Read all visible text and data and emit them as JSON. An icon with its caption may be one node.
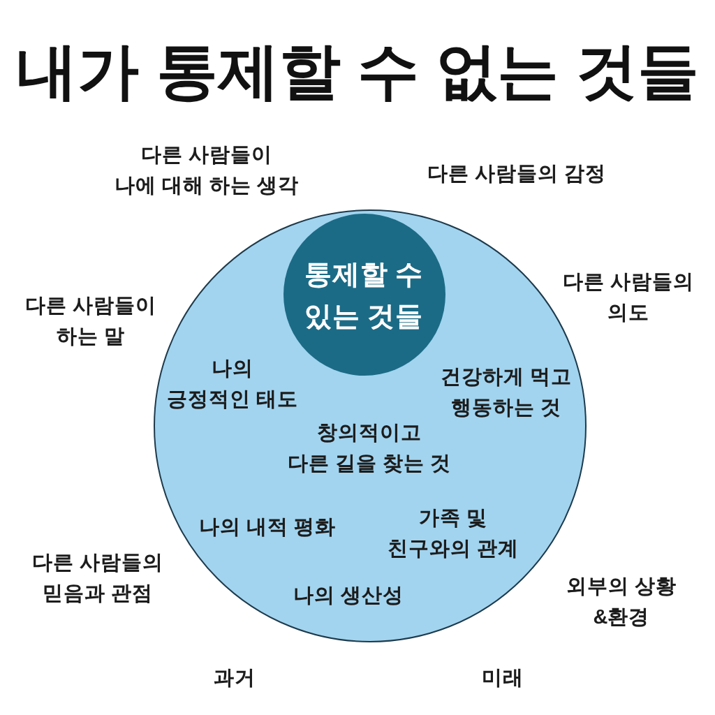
{
  "diagram": {
    "title": "내가 통제할 수 없는 것들",
    "nodes": [
      {
        "text": [
          "나의 긍정적인 태도",
          "건강하게 먹고 행동하는 것",
          "창의적이고 다른 길을 찾는 것",
          "나의 내적 평화",
          "가족 및 친구와의 관계",
          "나의 생산성"
        ]
      },
      {
        "text": [
          "통제할 수 있는 것들"
        ],
        "in": 0
      }
    ],
    "labels": [
      "다른 사람들이 나에 대해 하는 생각",
      "다른 사람들의 감정",
      "다른 사람들이 하는 말",
      "다른 사람들의 의도",
      "다른 사람들의 믿음과 관점",
      "외부의 상황 &환경",
      "과거",
      "미래"
    ]
  }
}
